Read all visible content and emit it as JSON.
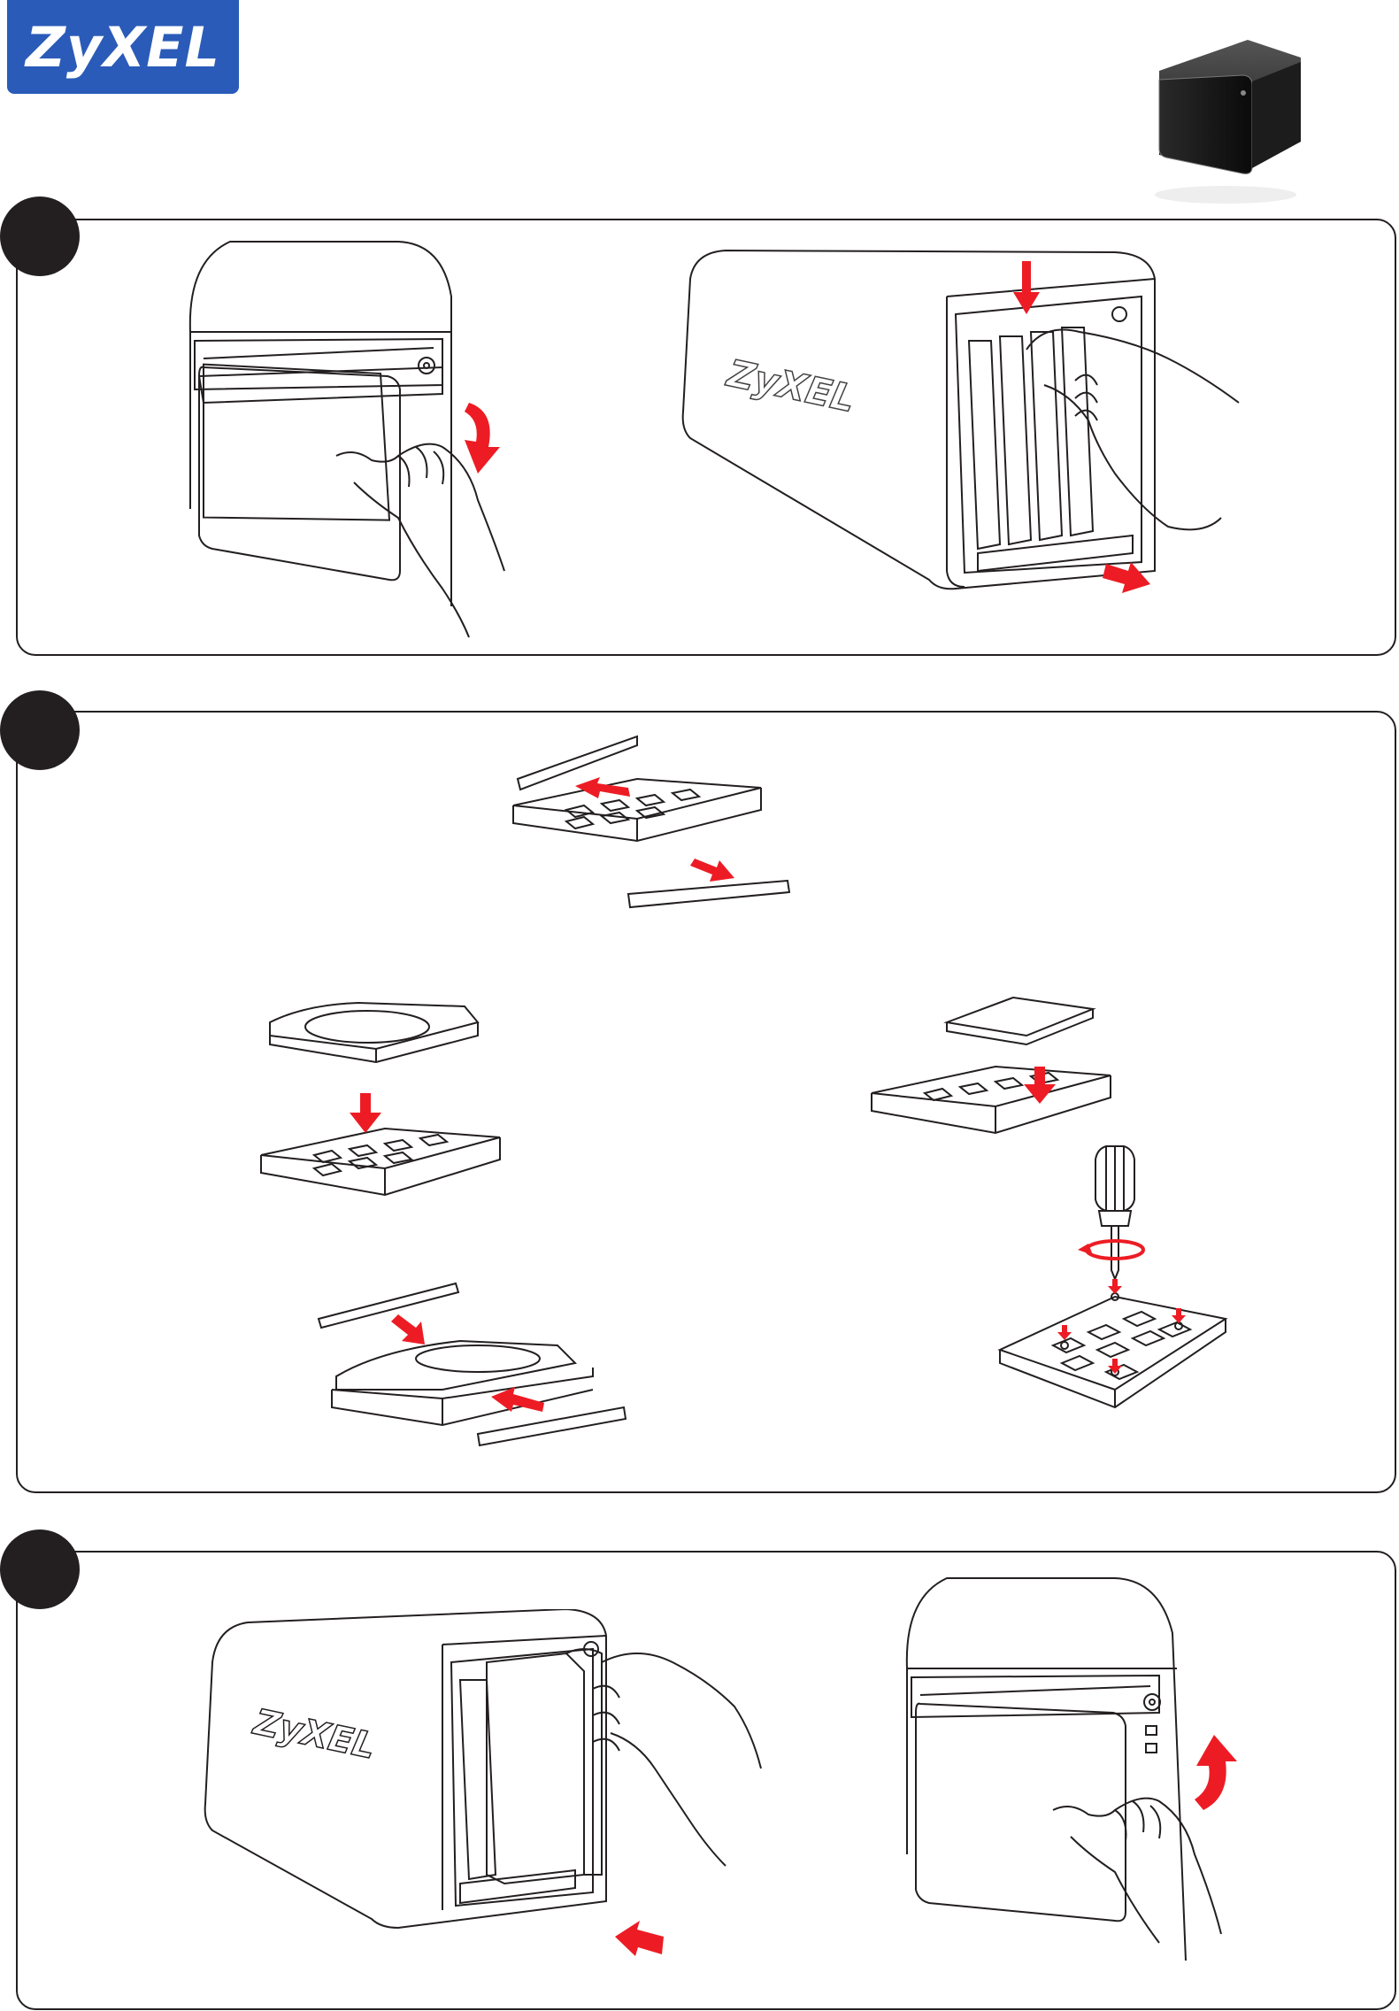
{
  "brand": {
    "logo_text": "ZyXEL",
    "logo_color": "#2a5bb8"
  },
  "device_labels": {
    "front_logo": "ZyXEL"
  },
  "colors": {
    "arrow": "#ed1c24",
    "line": "#231f20",
    "badge": "#231f20"
  },
  "steps": [
    {
      "panel": "step-1",
      "icons": [
        "front-cover-open",
        "tray-pull-out"
      ]
    },
    {
      "panel": "step-2",
      "icons": [
        "tray-rails-remove",
        "hdd-3.5-insert",
        "hdd-2.5-insert",
        "rails-attach",
        "screwdriver-fasten"
      ]
    },
    {
      "panel": "step-3",
      "icons": [
        "tray-insert",
        "front-cover-close"
      ]
    }
  ]
}
